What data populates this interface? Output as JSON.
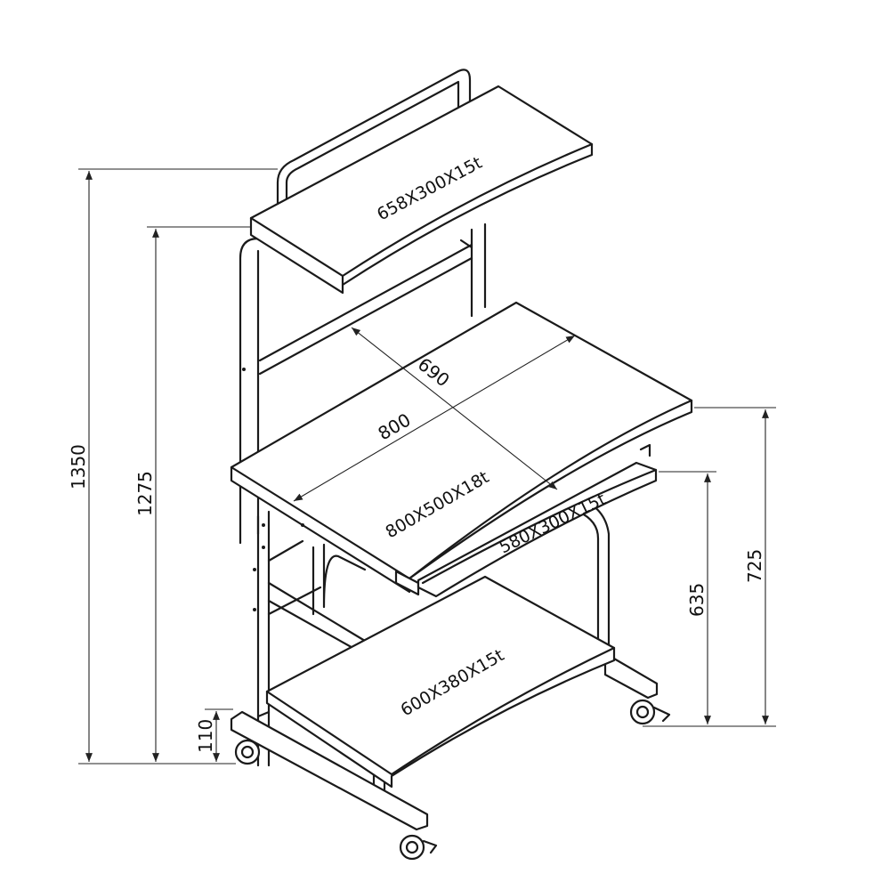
{
  "diagram": {
    "parts": {
      "top_shelf": "658X300X15t",
      "desk_top": "800X500X18t",
      "keyboard_tray": "580X300X15t",
      "bottom_shelf": "600X380X15t"
    },
    "dimensions": {
      "total_height": "1350",
      "top_shelf_height": "1275",
      "bottom_shelf_height": "110",
      "desk_height": "725",
      "tray_height": "635",
      "desk_width": "800",
      "desk_diagonal": "690"
    },
    "line_color": "#1a1a1a"
  }
}
